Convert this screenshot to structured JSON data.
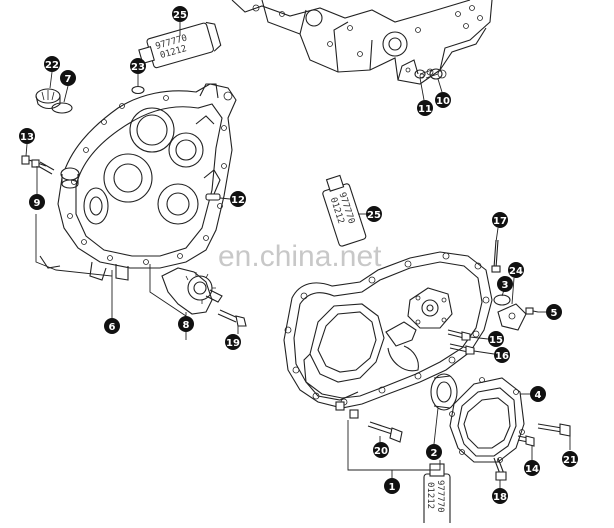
{
  "watermark": "en.china.net",
  "tube_top_code": "977770\n01212",
  "tube_mid_code": "977770\n01212",
  "tube_bottom_code": "977770\n01212",
  "callouts": [
    {
      "id": "c25a",
      "label": "25"
    },
    {
      "id": "c22",
      "label": "22"
    },
    {
      "id": "c7",
      "label": "7"
    },
    {
      "id": "c23",
      "label": "23"
    },
    {
      "id": "c13",
      "label": "13"
    },
    {
      "id": "c9",
      "label": "9"
    },
    {
      "id": "c12",
      "label": "12"
    },
    {
      "id": "c11",
      "label": "11"
    },
    {
      "id": "c10",
      "label": "10"
    },
    {
      "id": "c6",
      "label": "6"
    },
    {
      "id": "c8",
      "label": "8"
    },
    {
      "id": "c19",
      "label": "19"
    },
    {
      "id": "c25b",
      "label": "25"
    },
    {
      "id": "c17",
      "label": "17"
    },
    {
      "id": "c24",
      "label": "24"
    },
    {
      "id": "c3",
      "label": "3"
    },
    {
      "id": "c5",
      "label": "5"
    },
    {
      "id": "c15",
      "label": "15"
    },
    {
      "id": "c16",
      "label": "16"
    },
    {
      "id": "c4",
      "label": "4"
    },
    {
      "id": "c20",
      "label": "20"
    },
    {
      "id": "c2",
      "label": "2"
    },
    {
      "id": "c21",
      "label": "21"
    },
    {
      "id": "c14",
      "label": "14"
    },
    {
      "id": "c1",
      "label": "1"
    },
    {
      "id": "c18",
      "label": "18"
    }
  ]
}
